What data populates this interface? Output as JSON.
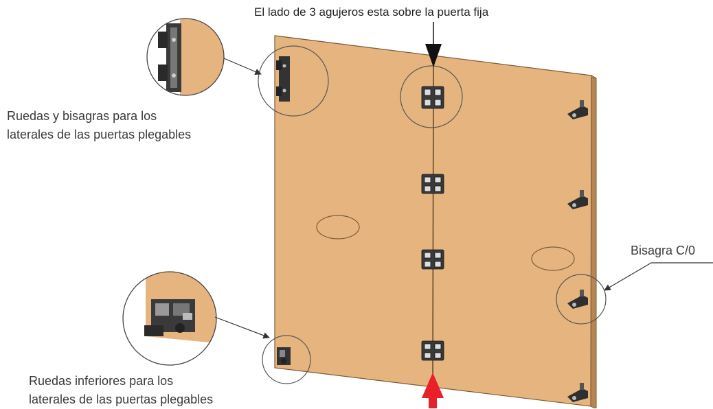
{
  "labels": {
    "top_note": "El lado de 3 agujeros esta sobre la puerta fija",
    "top_left_line1": "Ruedas y bisagras para los",
    "top_left_line2": "laterales de las puertas plegables",
    "bottom_left_line1": "Ruedas inferiores para los",
    "bottom_left_line2": "laterales de las puertas plegables",
    "right_note": "Bisagra C/0"
  },
  "colors": {
    "panel_fill": "#e6b57f",
    "panel_edge": "#b8874f",
    "panel_outline": "#7a5a36",
    "hardware": "#2f2f2f",
    "callout_line": "#333333",
    "red_arrow": "#e8202a"
  },
  "icons": [
    "hinge-icon",
    "folding-hinge-icon",
    "bottom-wheel-icon",
    "red-arrow-icon",
    "down-arrow-icon"
  ]
}
